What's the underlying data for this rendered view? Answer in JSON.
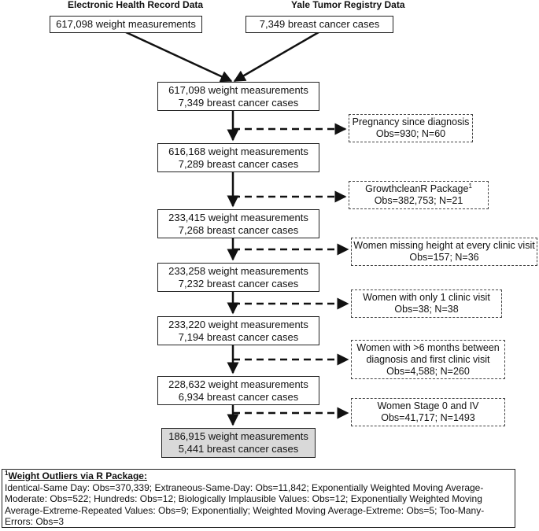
{
  "headers": {
    "ehr": "Electronic Health Record Data",
    "registry": "Yale Tumor Registry Data"
  },
  "sources": {
    "ehr": "617,098 weight measurements",
    "registry": "7,349 breast cancer cases"
  },
  "steps": [
    {
      "line1": "617,098 weight measurements",
      "line2": "7,349 breast cancer cases"
    },
    {
      "line1": "616,168 weight measurements",
      "line2": "7,289 breast cancer cases"
    },
    {
      "line1": "233,415 weight measurements",
      "line2": "7,268 breast cancer cases"
    },
    {
      "line1": "233,258 weight measurements",
      "line2": "7,232 breast cancer cases"
    },
    {
      "line1": "233,220 weight measurements",
      "line2": "7,194 breast cancer cases"
    },
    {
      "line1": "228,632 weight measurements",
      "line2": "6,934 breast cancer cases"
    },
    {
      "line1": "186,915 weight measurements",
      "line2": "5,441 breast cancer cases"
    }
  ],
  "exclusions": [
    {
      "lines": [
        "Pregnancy since diagnosis"
      ],
      "stats": "Obs=930; N=60"
    },
    {
      "lines": [
        "GrowthcleanR Package"
      ],
      "sup": "1",
      "stats": "Obs=382,753; N=21"
    },
    {
      "lines": [
        "Women missing height at every clinic visit"
      ],
      "stats": "Obs=157; N=36"
    },
    {
      "lines": [
        "Women with only 1 clinic visit"
      ],
      "stats": "Obs=38; N=38"
    },
    {
      "lines": [
        "Women with >6 months between",
        "diagnosis and first clinic visit"
      ],
      "stats": "Obs=4,588; N=260"
    },
    {
      "lines": [
        "Women Stage 0 and IV"
      ],
      "stats": "Obs=41,717; N=1493"
    }
  ],
  "footnote": {
    "sup": "1",
    "title": "Weight Outliers via R Package:",
    "text": "Identical-Same Day: Obs=370,339; Extraneous-Same-Day: Obs=11,842; Exponentially Weighted Moving Average-Moderate: Obs=522; Hundreds: Obs=12; Biologically Implausible Values: Obs=12; Exponentially Weighted Moving Average-Extreme-Repeated Values: Obs=9; Exponentially; Weighted Moving Average-Extreme: Obs=5; Too-Many-Errors: Obs=3"
  }
}
